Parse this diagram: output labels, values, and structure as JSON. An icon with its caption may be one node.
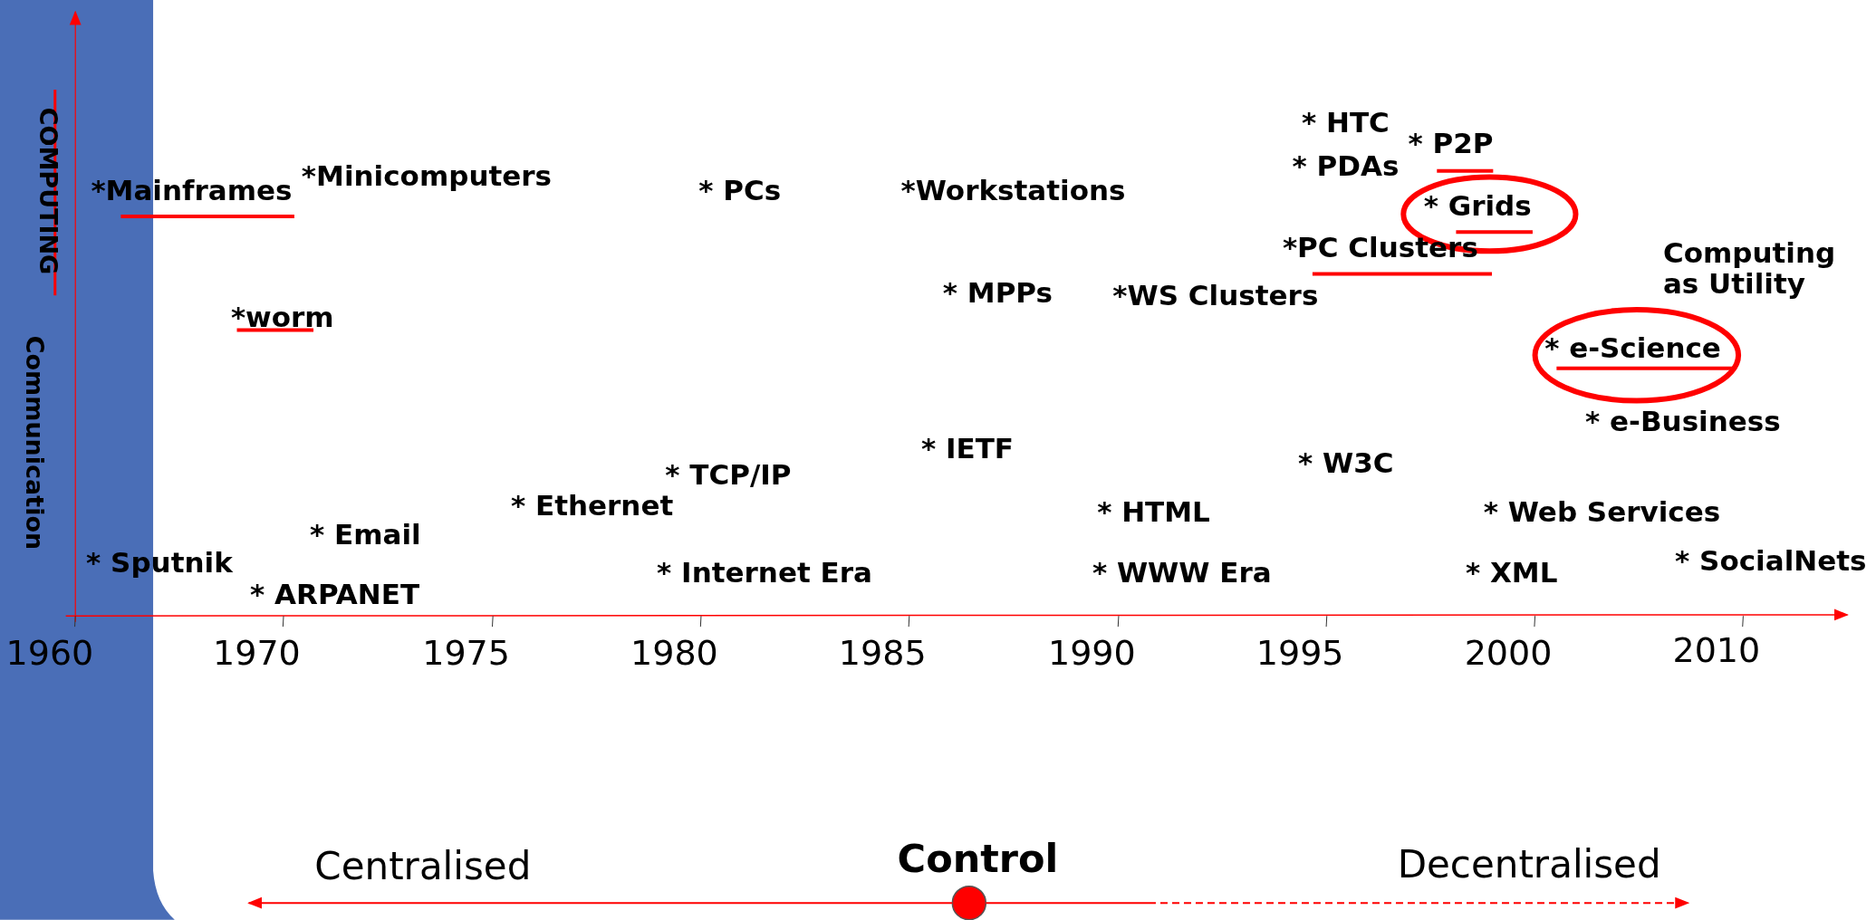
{
  "diagram": {
    "nodes": [
      {
        "text": [
          "* Grids"
        ]
      },
      {
        "text": [
          "* e-Science"
        ]
      },
      {
        "text": [],
        "shape": "circle"
      }
    ],
    "edges": [
      {
        "from": 2,
        "to": null,
        "arrow": "to"
      },
      {
        "from": 2,
        "to": null,
        "arrow": "to",
        "style": "dashed"
      }
    ],
    "labels": [
      "COMPUTING",
      "Communication",
      "* HTC",
      "* P2P",
      "* PDAs",
      "*Minicomputers",
      "*Mainframes",
      "* PCs",
      "*Workstations",
      "*PC Clusters",
      "Computing as Utility",
      "* MPPs",
      "*WS Clusters",
      "*worm",
      "* e-Business",
      "* IETF",
      "* W3C",
      "* TCP/IP",
      "* Ethernet",
      "* HTML",
      "* Web Services",
      "* Email",
      "* Sputnik",
      "* SocialNets",
      "* Internet Era",
      "* WWW Era",
      "* XML",
      "* ARPANET",
      "1960",
      "1970",
      "1975",
      "1980",
      "1985",
      "1990",
      "1995",
      "2000",
      "2010",
      "Centralised",
      "Control",
      "Decentralised"
    ]
  }
}
